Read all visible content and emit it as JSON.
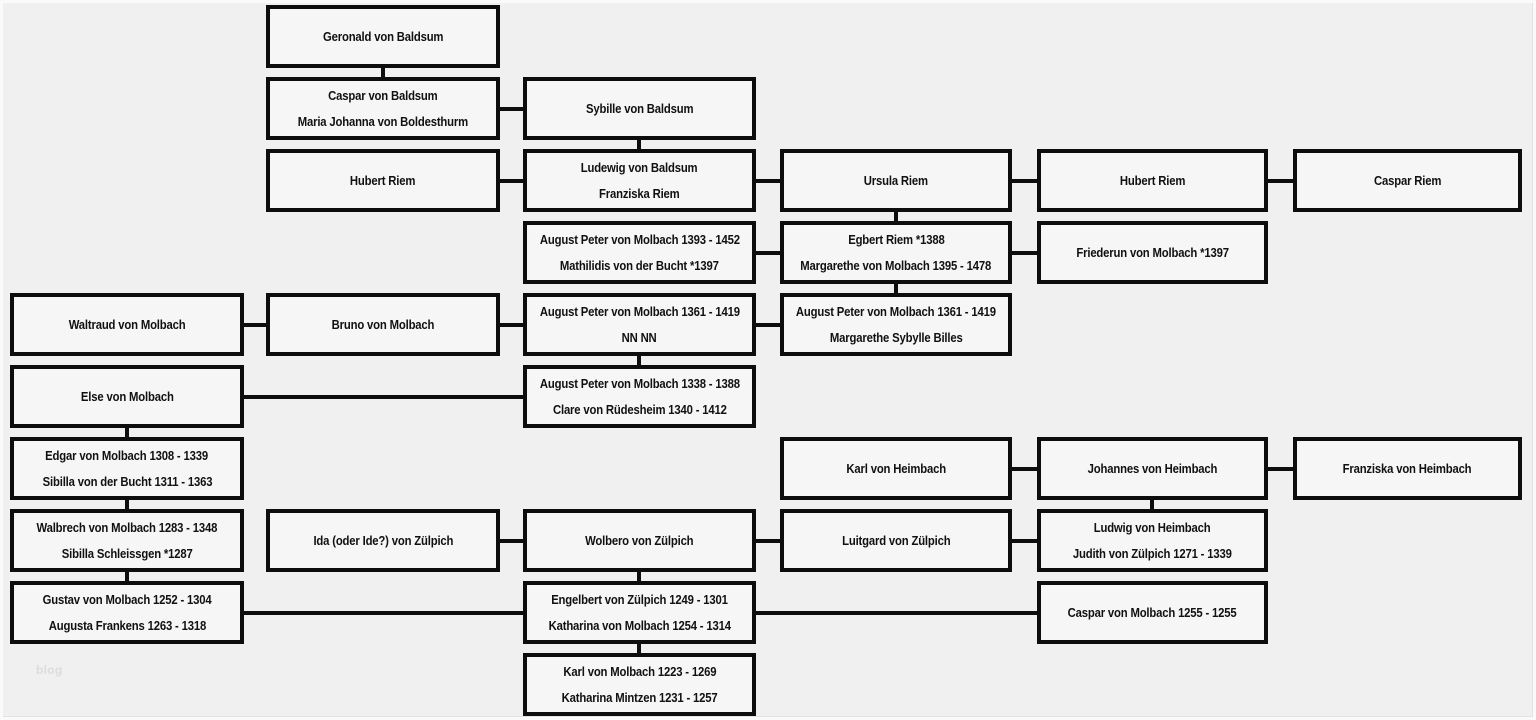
{
  "title": "Stammbaum Familientafel",
  "colors": {
    "background": "#f0f0f0",
    "box_fill": "#f6f6f6",
    "line": "#0d0d0d",
    "text": "#111111",
    "watermark": "#dcdcdc"
  },
  "watermark": {
    "text": "blog"
  },
  "boxes": [
    {
      "id": "geronald-von-baldsum",
      "col": 1,
      "row": 0,
      "lines": [
        "Geronald von Baldsum"
      ]
    },
    {
      "id": "caspar-von-baldsum",
      "col": 1,
      "row": 1,
      "lines": [
        "Caspar von Baldsum",
        "Maria Johanna von Boldesthurm"
      ]
    },
    {
      "id": "sybille-von-baldsum",
      "col": 2,
      "row": 1,
      "lines": [
        "Sybille von Baldsum"
      ]
    },
    {
      "id": "hubert-riem-1",
      "col": 1,
      "row": 2,
      "lines": [
        "Hubert Riem"
      ]
    },
    {
      "id": "ludewig-von-baldsum",
      "col": 2,
      "row": 2,
      "lines": [
        "Ludewig von Baldsum",
        "Franziska Riem"
      ]
    },
    {
      "id": "ursula-riem",
      "col": 3,
      "row": 2,
      "lines": [
        "Ursula Riem"
      ]
    },
    {
      "id": "hubert-riem-2",
      "col": 4,
      "row": 2,
      "lines": [
        "Hubert Riem"
      ]
    },
    {
      "id": "caspar-riem",
      "col": 5,
      "row": 2,
      "lines": [
        "Caspar Riem"
      ]
    },
    {
      "id": "august-peter-von-molbach-1393",
      "col": 2,
      "row": 3,
      "lines": [
        "August Peter von Molbach 1393 - 1452",
        "Mathilidis von der Bucht *1397"
      ]
    },
    {
      "id": "egbert-riem",
      "col": 3,
      "row": 3,
      "lines": [
        "Egbert Riem *1388",
        "Margarethe von Molbach 1395 - 1478"
      ]
    },
    {
      "id": "friederun-von-molbach",
      "col": 4,
      "row": 3,
      "lines": [
        "Friederun von Molbach *1397"
      ]
    },
    {
      "id": "waltraud-von-molbach",
      "col": 0,
      "row": 4,
      "lines": [
        "Waltraud von Molbach"
      ]
    },
    {
      "id": "bruno-von-molbach",
      "col": 1,
      "row": 4,
      "lines": [
        "Bruno von Molbach"
      ]
    },
    {
      "id": "august-peter-von-molbach-1361-nn",
      "col": 2,
      "row": 4,
      "lines": [
        "August Peter von Molbach 1361 - 1419",
        "NN NN"
      ]
    },
    {
      "id": "august-peter-von-molbach-1361-b",
      "col": 3,
      "row": 4,
      "lines": [
        "August Peter von Molbach 1361 - 1419",
        "Margarethe Sybylle Billes"
      ]
    },
    {
      "id": "else-von-molbach",
      "col": 0,
      "row": 5,
      "lines": [
        "Else von Molbach"
      ]
    },
    {
      "id": "august-peter-von-molbach-1338",
      "col": 2,
      "row": 5,
      "lines": [
        "August Peter von Molbach 1338 - 1388",
        "Clare von Rüdesheim 1340 - 1412"
      ]
    },
    {
      "id": "edgar-von-molbach",
      "col": 0,
      "row": 6,
      "lines": [
        "Edgar von Molbach 1308 - 1339",
        "Sibilla von der Bucht 1311 - 1363"
      ]
    },
    {
      "id": "karl-von-heimbach",
      "col": 3,
      "row": 6,
      "lines": [
        "Karl von Heimbach"
      ]
    },
    {
      "id": "johannes-von-heimbach",
      "col": 4,
      "row": 6,
      "lines": [
        "Johannes von Heimbach"
      ]
    },
    {
      "id": "franziska-von-heimbach",
      "col": 5,
      "row": 6,
      "lines": [
        "Franziska von Heimbach"
      ]
    },
    {
      "id": "walbrech-von-molbach",
      "col": 0,
      "row": 7,
      "lines": [
        "Walbrech von Molbach 1283 - 1348",
        "Sibilla Schleissgen *1287"
      ]
    },
    {
      "id": "ida-von-zuelpich",
      "col": 1,
      "row": 7,
      "lines": [
        "Ida (oder Ide?) von Zülpich"
      ]
    },
    {
      "id": "wolbero-von-zuelpich",
      "col": 2,
      "row": 7,
      "lines": [
        "Wolbero von Zülpich"
      ]
    },
    {
      "id": "luitgard-von-zuelpich",
      "col": 3,
      "row": 7,
      "lines": [
        "Luitgard von Zülpich"
      ]
    },
    {
      "id": "ludwig-von-heimbach",
      "col": 4,
      "row": 7,
      "lines": [
        "Ludwig von Heimbach",
        "Judith von Zülpich 1271 - 1339"
      ]
    },
    {
      "id": "gustav-von-molbach",
      "col": 0,
      "row": 8,
      "lines": [
        "Gustav von Molbach 1252 - 1304",
        "Augusta Frankens 1263 - 1318"
      ]
    },
    {
      "id": "engelbert-von-zuelpich",
      "col": 2,
      "row": 8,
      "lines": [
        "Engelbert von Zülpich 1249 - 1301",
        "Katharina von Molbach 1254 - 1314"
      ]
    },
    {
      "id": "caspar-von-molbach",
      "col": 4,
      "row": 8,
      "lines": [
        "Caspar von Molbach 1255 - 1255"
      ]
    },
    {
      "id": "karl-von-molbach",
      "col": 2,
      "row": 9,
      "lines": [
        "Karl von Molbach 1223 - 1269",
        "Katharina Mintzen 1231 - 1257"
      ]
    }
  ],
  "connectors": {
    "horizontal": [
      {
        "row": 1,
        "from": 1,
        "to": 2
      },
      {
        "row": 2,
        "from": 1,
        "to": 2
      },
      {
        "row": 2,
        "from": 2,
        "to": 3
      },
      {
        "row": 2,
        "from": 3,
        "to": 4
      },
      {
        "row": 2,
        "from": 4,
        "to": 5
      },
      {
        "row": 3,
        "from": 2,
        "to": 3
      },
      {
        "row": 3,
        "from": 3,
        "to": 4
      },
      {
        "row": 4,
        "from": 0,
        "to": 1
      },
      {
        "row": 4,
        "from": 1,
        "to": 2
      },
      {
        "row": 4,
        "from": 2,
        "to": 3
      },
      {
        "row": 5,
        "from": 0,
        "to": 2
      },
      {
        "row": 6,
        "from": 3,
        "to": 4
      },
      {
        "row": 6,
        "from": 4,
        "to": 5
      },
      {
        "row": 7,
        "from": 1,
        "to": 2
      },
      {
        "row": 7,
        "from": 2,
        "to": 3
      },
      {
        "row": 7,
        "from": 3,
        "to": 4
      },
      {
        "row": 8,
        "from": 0,
        "to": 2
      },
      {
        "row": 8,
        "from": 2,
        "to": 4
      }
    ],
    "vertical": [
      {
        "col": 1,
        "from": 0,
        "to": 1
      },
      {
        "col": 2,
        "from": 1,
        "to": 2
      },
      {
        "col": 3,
        "from": 2,
        "to": 3
      },
      {
        "col": 3,
        "from": 3,
        "to": 4
      },
      {
        "col": 2,
        "from": 4,
        "to": 5
      },
      {
        "col": 0,
        "from": 5,
        "to": 6
      },
      {
        "col": 0,
        "from": 6,
        "to": 7
      },
      {
        "col": 4,
        "from": 6,
        "to": 7
      },
      {
        "col": 0,
        "from": 7,
        "to": 8
      },
      {
        "col": 2,
        "from": 7,
        "to": 8
      },
      {
        "col": 2,
        "from": 8,
        "to": 9
      }
    ]
  }
}
